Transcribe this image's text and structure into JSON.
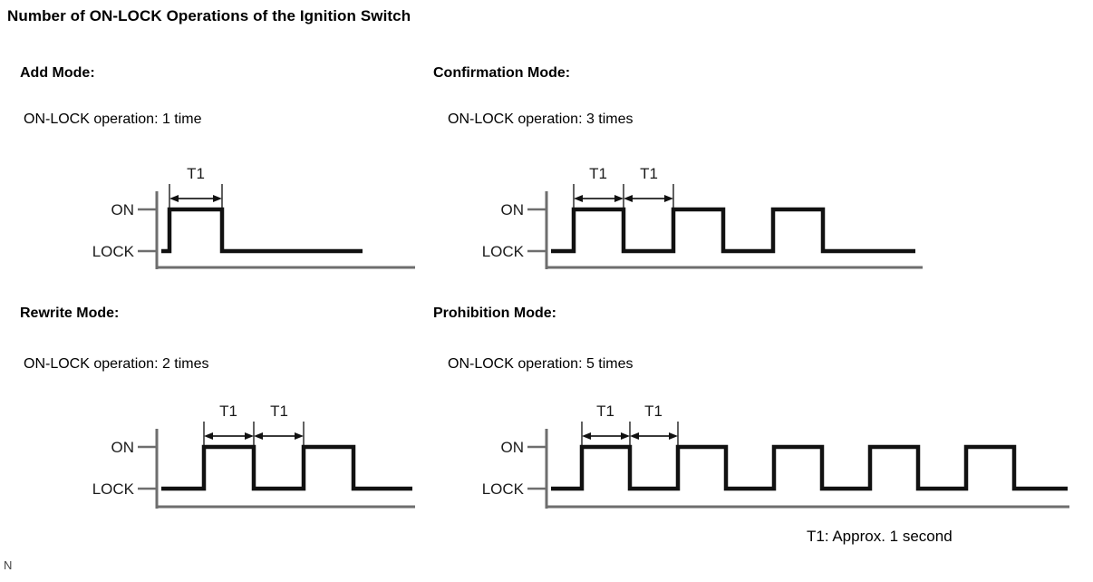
{
  "title": "Number of ON-LOCK Operations of the Ignition Switch",
  "corner_mark": "N",
  "footnote": "T1: Approx. 1 second",
  "axis": {
    "on_label": "ON",
    "lock_label": "LOCK",
    "t1_label": "T1"
  },
  "colors": {
    "signal": "#111111",
    "axis": "#6e6e6e",
    "text": "#000000"
  },
  "panels": [
    {
      "id": "add-mode",
      "heading": "Add Mode:",
      "subtitle": "ON-LOCK operation: 1 time",
      "operations": 1,
      "t1_markers": 1
    },
    {
      "id": "confirmation-mode",
      "heading": "Confirmation Mode:",
      "subtitle": "ON-LOCK operation: 3 times",
      "operations": 3,
      "t1_markers": 2
    },
    {
      "id": "rewrite-mode",
      "heading": "Rewrite Mode:",
      "subtitle": "ON-LOCK operation: 2 times",
      "operations": 2,
      "t1_markers": 2
    },
    {
      "id": "prohibition-mode",
      "heading": "Prohibition Mode:",
      "subtitle": "ON-LOCK operation: 5 times",
      "operations": 5,
      "t1_markers": 2
    }
  ],
  "chart_data": {
    "type": "line",
    "title": "Number of ON-LOCK Operations of the Ignition Switch",
    "xlabel": "",
    "ylabel": "",
    "grid": false,
    "legend": "none",
    "y_levels": [
      "LOCK",
      "ON"
    ],
    "annotation": "T1: Approx. 1 second",
    "series": [
      {
        "name": "Add Mode",
        "pulses": 1,
        "pulse_width_T1": 1,
        "gap_width_T1": 1,
        "waveform": [
          "LOCK",
          "ON",
          "LOCK"
        ]
      },
      {
        "name": "Confirmation Mode",
        "pulses": 3,
        "pulse_width_T1": 1,
        "gap_width_T1": 1,
        "waveform": [
          "LOCK",
          "ON",
          "LOCK",
          "ON",
          "LOCK",
          "ON",
          "LOCK"
        ]
      },
      {
        "name": "Rewrite Mode",
        "pulses": 2,
        "pulse_width_T1": 1,
        "gap_width_T1": 1,
        "waveform": [
          "LOCK",
          "ON",
          "LOCK",
          "ON",
          "LOCK"
        ]
      },
      {
        "name": "Prohibition Mode",
        "pulses": 5,
        "pulse_width_T1": 1,
        "gap_width_T1": 1,
        "waveform": [
          "LOCK",
          "ON",
          "LOCK",
          "ON",
          "LOCK",
          "ON",
          "LOCK",
          "ON",
          "LOCK",
          "ON",
          "LOCK"
        ]
      }
    ]
  }
}
